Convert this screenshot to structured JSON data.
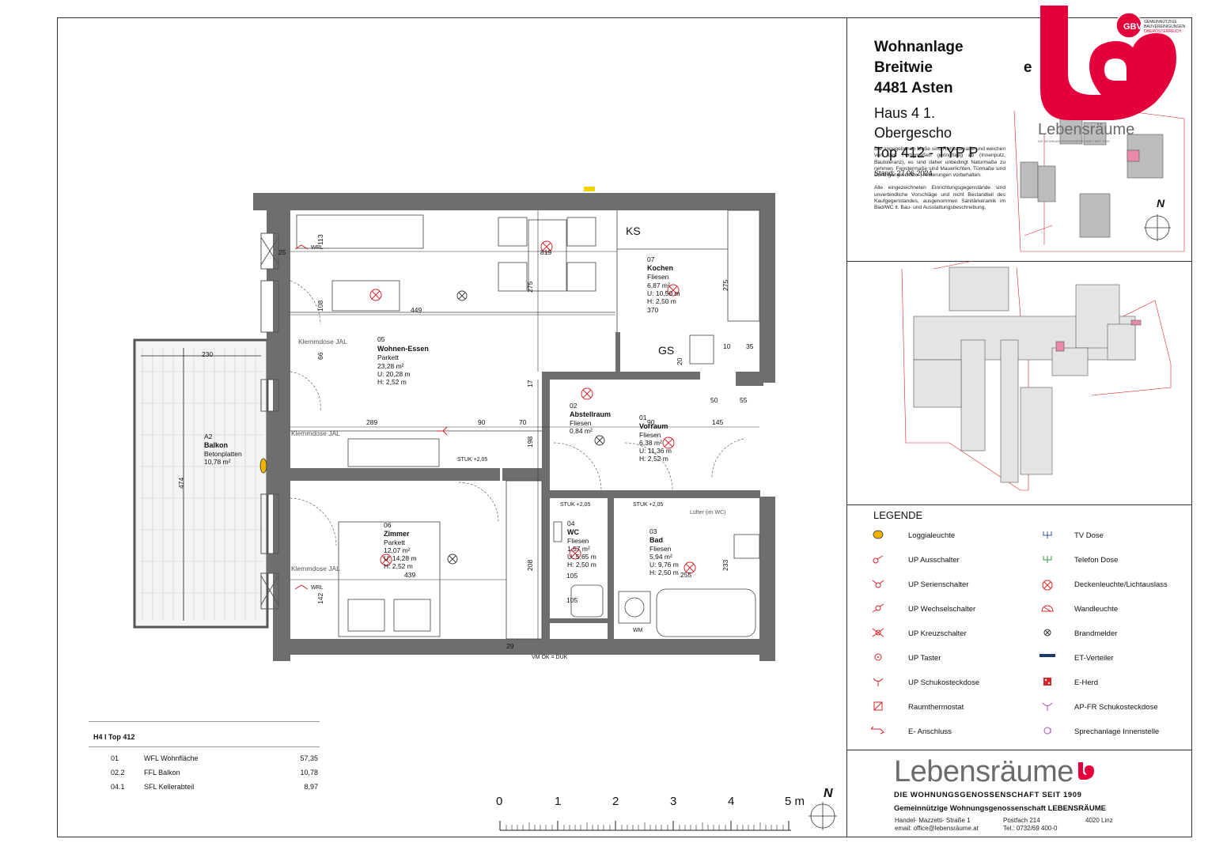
{
  "title_block": {
    "line1": "Wohnanlage Breitwie",
    "line1_tail": "e",
    "line2": "4481 Asten",
    "line3": "Haus 4 1. Obergescho",
    "line4": "Top 412 - TYP P",
    "stand": "Stand: 27.06.2024",
    "disclaimer_1": "Die angegebenen Maße sind Rohbaumaße und weichen von den Fertigmaßen geringfügig ab (Innenputz, Bautoleranz), es sind daher unbedingt Naturmaße zu nehmen. Fenstermaße sind Mauerlichten, Türmaße sind Durchgangslichten. | Änderungen vorbehalten.",
    "disclaimer_2": "Alle eingezeichneten Einrichtungsgegenstände sind unverbindliche Vorschläge und nicht Bestandteil des Kaufgegenstandes, ausgenommen Sanitärkeramik im Bad/WC lt. Bau- und Ausstattungsbeschreibung."
  },
  "logo_top": {
    "org_line1": "GEMEINNÜTZIGE",
    "org_line2": "BAUVEREINIGUNGEN",
    "org_line3": "OBERÖSTERREICH",
    "gbv": "GBV",
    "brand": "Lebensräume",
    "brand_sub": "DIE WOHNUNGSGENOSSENSCHAFT SEIT 1909"
  },
  "site_plan": {
    "north": "N"
  },
  "rooms": {
    "wohnen": {
      "num": "05",
      "name": "Wohnen-Essen",
      "floor": "Parkett",
      "area": "23,28 m²",
      "u": "U: 20,28 m",
      "h": "H: 2,52 m"
    },
    "kochen": {
      "num": "07",
      "name": "Kochen",
      "floor": "Fliesen",
      "area": "6,87 m²",
      "u": "U: 10,50 m",
      "h": "H: 2,50 m"
    },
    "abstell": {
      "num": "02",
      "name": "Abstellraum",
      "floor": "Fliesen",
      "area": "0,84 m²"
    },
    "vorraum": {
      "num": "01",
      "name": "Vorraum",
      "floor": "Fliesen",
      "area": "6,38 m²",
      "u": "U: 11,36 m",
      "h": "H: 2,52 m"
    },
    "zimmer": {
      "num": "06",
      "name": "Zimmer",
      "floor": "Parkett",
      "area": "12,07 m²",
      "u": "U: 14,28 m",
      "h": "H: 2,52 m"
    },
    "wc": {
      "num": "04",
      "name": "WC",
      "floor": "Fliesen",
      "area": "1,57 m²",
      "u": "U: 5,65 m",
      "h": "H: 2,50 m"
    },
    "bad": {
      "num": "03",
      "name": "Bad",
      "floor": "Fliesen",
      "area": "5,94 m²",
      "u": "U: 9,76 m",
      "h": "H: 2,50 m"
    },
    "balkon": {
      "num": "A2",
      "name": "Balkon",
      "floor": "Betonplatten",
      "area": "10,78 m²"
    }
  },
  "plan_labels": {
    "ks": "KS",
    "gs": "GS",
    "klemm1": "Klemmdose JAL",
    "klemm2": "Klemmdose JAL",
    "klemm3": "Klemmdose JAL",
    "stuk1": "STUK +2,05",
    "stuk2": "STUK +2,05",
    "stuk3": "STUK +2,05",
    "vm": "VM OK = DUK",
    "luefter": "Lüfter (im WC)",
    "wm": "WM",
    "wrl1": "WRL",
    "wrl2": "WRL",
    "dim_819": "819",
    "dim_449": "449",
    "dim_289": "289",
    "dim_230": "230",
    "dim_474": "474",
    "dim_370": "370",
    "dim_275a": "275",
    "dim_275b": "275",
    "dim_145": "145",
    "dim_439": "439",
    "dim_255": "255",
    "dim_233": "233",
    "dim_208": "208",
    "dim_198": "198",
    "dim_105a": "105",
    "dim_105b": "105",
    "dim_90a": "90",
    "dim_90b": "90",
    "dim_70": "70",
    "dim_25": "25",
    "dim_10": "10",
    "dim_35": "35",
    "dim_50": "50",
    "dim_55": "55",
    "dim_20": "20",
    "dim_17": "17",
    "dim_66": "66",
    "dim_108": "108",
    "dim_113": "113",
    "dim_142": "142",
    "dim_29": "29"
  },
  "scale_bar": {
    "ticks": [
      "0",
      "1",
      "2",
      "3",
      "4",
      "5 m"
    ],
    "north": "N"
  },
  "legend": {
    "title": "LEGENDE",
    "left": [
      "Loggialeuchte",
      "UP Ausschalter",
      "UP Serienschalter",
      "UP Wechselschalter",
      "UP Kreuzschalter",
      "UP Taster",
      "UP Schukosteckdose",
      "Raumthermostat",
      "E- Anschluss"
    ],
    "right": [
      "TV Dose",
      "Telefon Dose",
      "Deckenleuchte/Lichtauslass",
      "Wandleuchte",
      "Brandmelder",
      "ET-Verteiler",
      "E-Herd",
      "AP-FR Schukosteckdose",
      "Sprechanlage Innenstelle"
    ]
  },
  "area_table": {
    "header": "H4 I Top 412",
    "rows": [
      {
        "code": "01",
        "label": "WFL Wohnfläche",
        "value": "57,35"
      },
      {
        "code": "02.2",
        "label": "FFL Balkon",
        "value": "10,78"
      },
      {
        "code": "04.1",
        "label": "SFL Kellerabteil",
        "value": "8,97"
      }
    ]
  },
  "footer": {
    "brand": "Lebensräume",
    "tagline": "DIE WOHNUNGSGENOSSENSCHAFT SEIT 1909",
    "company": "Gemeinnützige Wohnungsgenossenschaft LEBENSRÄUME",
    "street": "Handel- Mazzetti- Straße  1",
    "email": "email: office@lebensräume.at",
    "postfach": "Postfach 214",
    "tel": "Tel.: 0732/69 400-0",
    "city": "4020 Linz"
  },
  "colors": {
    "brand_red": "#e4003a",
    "wall": "#6e6e6e",
    "symbol_red": "#d8232a",
    "site_pink": "#e88aa8"
  }
}
